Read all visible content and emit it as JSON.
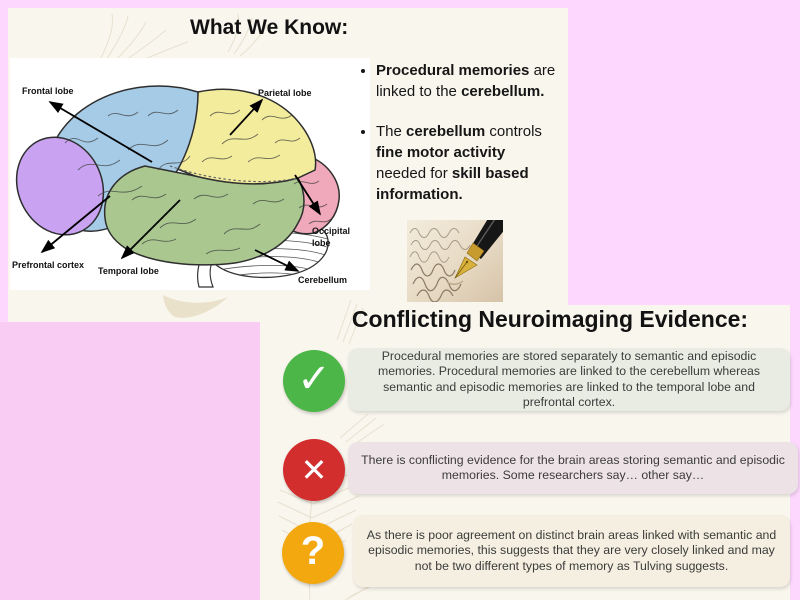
{
  "colors": {
    "background_pink": "#FDD7FD",
    "left_block_pink": "#F9CDF3",
    "panel_cream": "#F9F6EE",
    "image_bg_white": "#FFFFFF",
    "check_green": "#4CB648",
    "cross_red": "#D22E2E",
    "question_orange": "#F3A80F",
    "box1_bg": "#E9ECE3",
    "box2_bg": "#EDE3E7",
    "box3_bg": "#F4EFE0",
    "lobe_frontal_blue": "#A6CBE7",
    "lobe_parietal_yellow": "#F3EC9D",
    "lobe_temporal_green": "#A9C78F",
    "lobe_occipital_pink": "#F0A9BA",
    "prefrontal_purple": "#C9A3F2"
  },
  "what_we_know": {
    "title": "What We Know:",
    "bullets": [
      {
        "parts": [
          {
            "text": "Procedural memories",
            "bold": true
          },
          {
            "text": " are",
            "bold": false
          },
          {
            "text": "linked to the ",
            "bold": false
          },
          {
            "text": "cerebellum.",
            "bold": true
          }
        ]
      },
      {
        "parts": [
          {
            "text": "The ",
            "bold": false
          },
          {
            "text": "cerebellum",
            "bold": true
          },
          {
            "text": " controls",
            "bold": false
          },
          {
            "text": "fine motor activity",
            "bold": true
          },
          {
            "text": "needed for ",
            "bold": false
          },
          {
            "text": "skill based",
            "bold": true
          },
          {
            "text": "information.",
            "bold": true
          }
        ]
      }
    ]
  },
  "brain_diagram": {
    "labels": {
      "frontal": "Frontal lobe",
      "parietal": "Parietal lobe",
      "occipital_line1": "Occipital",
      "occipital_line2": "lobe",
      "temporal": "Temporal lobe",
      "prefrontal": "Prefrontal cortex",
      "cerebellum": "Cerebellum"
    }
  },
  "evidence": {
    "title": "Conflicting Neuroimaging Evidence:",
    "rows": [
      {
        "icon": "check",
        "glyph": "✓",
        "text": "Procedural memories are stored separately to semantic and episodic memories. Procedural memories are linked to the cerebellum whereas semantic and episodic memories are linked to the temporal lobe and prefrontal cortex."
      },
      {
        "icon": "cross",
        "glyph": "✕",
        "text": "There is conflicting evidence for the brain areas storing semantic and episodic memories. Some researchers say… other say…"
      },
      {
        "icon": "question",
        "glyph": "?",
        "text": "As there is poor agreement on distinct brain areas linked with semantic and episodic memories, this suggests that they are very closely linked and may not be two different types of memory as Tulving suggests."
      }
    ]
  }
}
